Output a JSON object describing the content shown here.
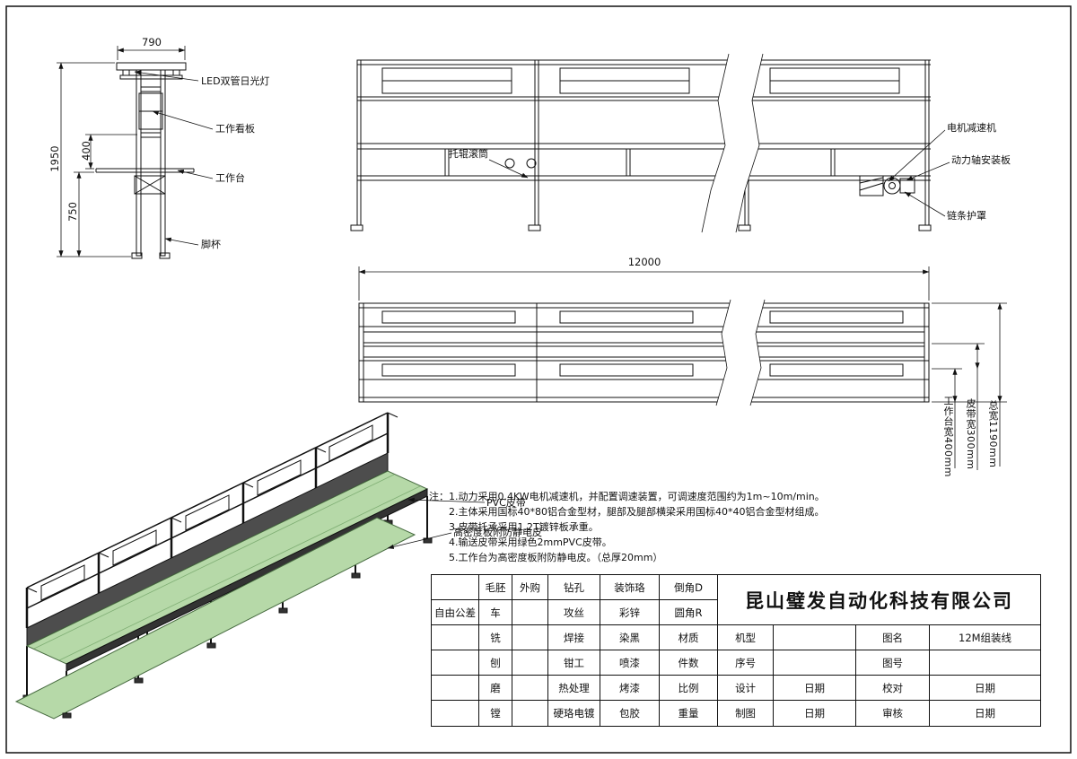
{
  "drawing": {
    "end_view": {
      "dim_width": "790",
      "dim_height": "1950",
      "dim_upper": "400",
      "dim_lower": "750",
      "label_led": "LED双管日光灯",
      "label_kanban": "工作看板",
      "label_worktable": "工作台",
      "label_foot": "脚杯"
    },
    "front_view": {
      "label_roller": "托辊滚筒",
      "label_motor": "电机减速机",
      "label_shaft_plate": "动力轴安装板",
      "label_chain_guard": "链条护罩"
    },
    "plan_view": {
      "dim_length": "12000",
      "dim_table_width": "工作台宽400mm",
      "dim_belt_width": "皮带宽300mm",
      "dim_total_width": "总宽1190mm"
    },
    "iso_view": {
      "label_pvc_belt": "PVC皮带",
      "label_board": "高密度板附防静电皮"
    }
  },
  "notes": {
    "line1": "注：1.动力采用0.4KW电机减速机，并配置调速装置，可调速度范围约为1m~10m/min。",
    "line2": "2.主体采用国标40*80铝合金型材，腿部及腿部横梁采用国标40*40铝合金型材组成。",
    "line3": "3.皮带托承采用1.2T镀锌板承重。",
    "line4": "4.输送皮带采用绿色2mmPVC皮带。",
    "line5": "5.工作台为高密度板附防静电皮。（总厚20mm）"
  },
  "title_block": {
    "company": "昆山璧发自动化科技有限公司",
    "process_rows": [
      [
        "",
        "毛胚",
        "外购",
        "钻孔",
        "装饰珞",
        "倒角D"
      ],
      [
        "自由公差",
        "车",
        "",
        "攻丝",
        "彩锌",
        "圆角R"
      ],
      [
        "",
        "铣",
        "",
        "焊接",
        "染黑",
        "材质"
      ],
      [
        "",
        "刨",
        "",
        "钳工",
        "喷漆",
        "件数"
      ],
      [
        "",
        "磨",
        "",
        "热处理",
        "烤漆",
        "比例"
      ],
      [
        "",
        "镗",
        "",
        "硬珞电镀",
        "包胶",
        "重量"
      ]
    ],
    "info": {
      "model_label": "机型",
      "model_value": "",
      "name_label": "图名",
      "name_value": "12M组装线",
      "serial_label": "序号",
      "serial_value": "",
      "no_label": "图号",
      "no_value": "",
      "design_label": "设计",
      "design_date_label": "日期",
      "check_label": "校对",
      "check_date_label": "日期",
      "draft_label": "制图",
      "draft_date_label": "日期",
      "audit_label": "审核",
      "audit_date_label": "日期"
    }
  }
}
